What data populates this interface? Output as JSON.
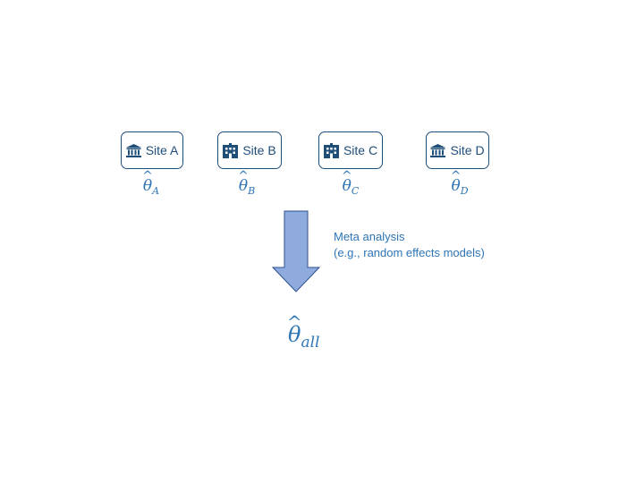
{
  "sites": [
    {
      "label": "Site A",
      "icon": "bank-icon",
      "estimate_symbol": "θ",
      "estimate_hat": "^",
      "estimate_subscript": "A"
    },
    {
      "label": "Site B",
      "icon": "hospital-building-icon",
      "estimate_symbol": "θ",
      "estimate_hat": "^",
      "estimate_subscript": "B"
    },
    {
      "label": "Site C",
      "icon": "hospital-building-icon",
      "estimate_symbol": "θ",
      "estimate_hat": "^",
      "estimate_subscript": "C"
    },
    {
      "label": "Site D",
      "icon": "bank-icon",
      "estimate_symbol": "θ",
      "estimate_hat": "^",
      "estimate_subscript": "D"
    }
  ],
  "arrow": {
    "direction": "down",
    "color": "#8faadc",
    "border_color": "#2f528f"
  },
  "meta_analysis": {
    "line1": "Meta analysis",
    "line2": "(e.g., random effects models)"
  },
  "pooled_estimate": {
    "symbol": "θ",
    "hat": "^",
    "subscript": "all"
  },
  "colors": {
    "box_border": "#1f4e79",
    "text_accent": "#2e75b6"
  }
}
